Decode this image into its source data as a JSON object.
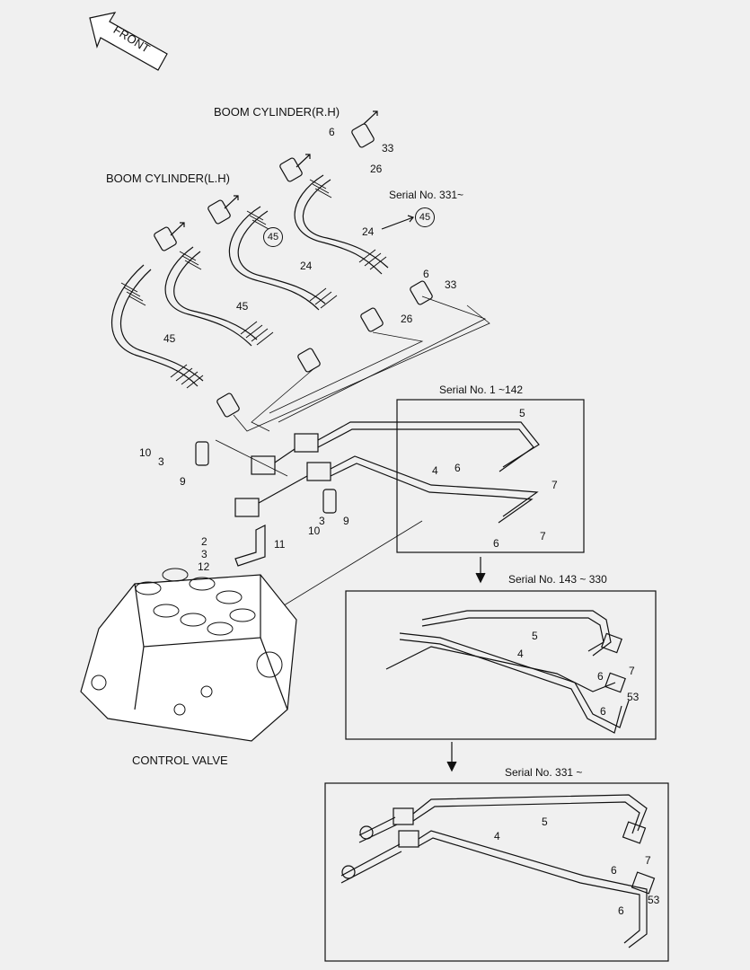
{
  "front": "FRONT",
  "titles": {
    "boom_rh": "BOOM CYLINDER(R.H)",
    "boom_lh": "BOOM CYLINDER(L.H)",
    "control_valve": "CONTROL VALVE"
  },
  "serials": {
    "s331_top": "Serial No. 331~",
    "s1_142": "Serial No. 1 ~142",
    "s143_330": "Serial No. 143 ~ 330",
    "s331": "Serial No. 331 ~"
  },
  "circled": {
    "a": "45",
    "b": "45"
  },
  "parts": {
    "p6a": "6",
    "p33a": "33",
    "p26a": "26",
    "p24a": "24",
    "p24b": "24",
    "p6b": "6",
    "p33b": "33",
    "p26b": "26",
    "p45a": "45",
    "p45b": "45",
    "p10a": "10",
    "p3a": "3",
    "p9a": "9",
    "p5a": "5",
    "p4a": "4",
    "p6c": "6",
    "p7a": "7",
    "p6d": "6",
    "p7b": "7",
    "p3b": "3",
    "p10b": "10",
    "p9b": "9",
    "p2": "2",
    "p3c": "3",
    "p12": "12",
    "p11": "11",
    "p5b": "5",
    "p4b": "4",
    "p6e": "6",
    "p7c": "7",
    "p6f": "6",
    "p53a": "53",
    "p5c": "5",
    "p4c": "4",
    "p6g": "6",
    "p7d": "7",
    "p6h": "6",
    "p53b": "53"
  },
  "colors": {
    "background": "#f0f0f0",
    "line": "#111111"
  }
}
